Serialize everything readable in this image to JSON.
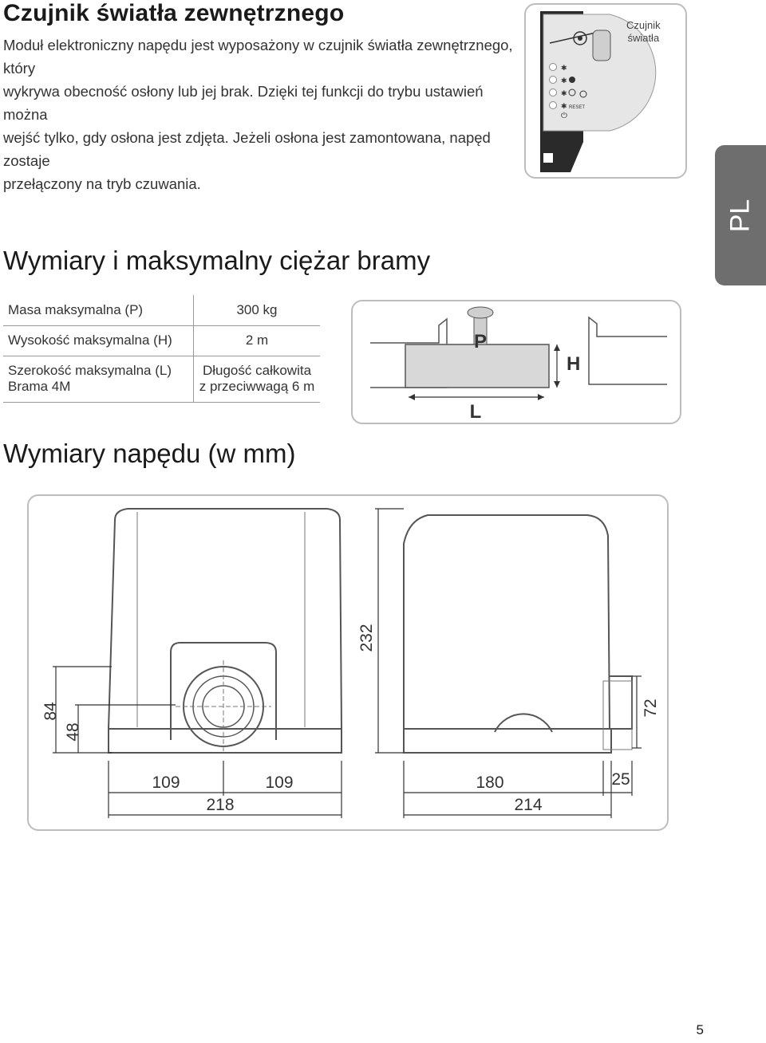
{
  "heading_sensor": "Czujnik światła zewnętrznego",
  "intro_lines": [
    "Moduł elektroniczny napędu jest wyposażony w czujnik światła zewnętrznego, który",
    "wykrywa obecność osłony lub jej brak. Dzięki tej funkcji do trybu ustawień można",
    "wejść tylko, gdy osłona jest zdjęta. Jeżeli osłona jest zamontowana, napęd zostaje",
    "przełączony na tryb czuwania."
  ],
  "sensor_label_line1": "Czujnik",
  "sensor_label_line2": "światła",
  "panel_reset": "RESET",
  "lang_tab": "PL",
  "heading_gate": "Wymiary i maksymalny ciężar bramy",
  "spec_table": {
    "rows": [
      {
        "label": [
          "Masa maksymalna (P)"
        ],
        "value": [
          "300 kg"
        ]
      },
      {
        "label": [
          "Wysokość maksymalna (H)"
        ],
        "value": [
          "2 m"
        ]
      },
      {
        "label": [
          "Szerokość maksymalna (L)",
          "Brama 4M"
        ],
        "value": [
          "Długość całkowita",
          "z przeciwwagą 6 m"
        ]
      }
    ]
  },
  "gate_labels": {
    "P": "P",
    "H": "H",
    "L": "L"
  },
  "heading_drive": "Wymiary napędu (w mm)",
  "dimensions": {
    "d84": "84",
    "d48": "48",
    "d109a": "109",
    "d109b": "109",
    "d218": "218",
    "d232": "232",
    "d72": "72",
    "d180": "180",
    "d25": "25",
    "d214": "214"
  },
  "page_number": "5"
}
